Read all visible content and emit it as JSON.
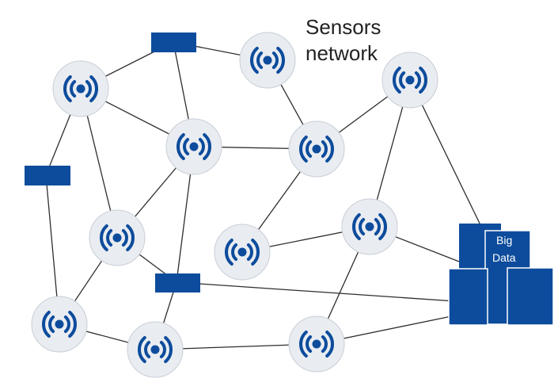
{
  "title": {
    "line1": "Sensors",
    "line2": "network"
  },
  "big_data": {
    "line1": "Big",
    "line2": "Data"
  },
  "icons": {
    "sensor": "wireless-sensor-icon",
    "gateway": "gateway-block-icon",
    "storage": "big-data-storage-icon"
  },
  "colors": {
    "accent": "#0d4c9c",
    "node_background": "#e9ecf1",
    "node_border": "#c9ced6",
    "edge": "#2e2e2e",
    "text": "#222222"
  },
  "nodes": {
    "sensors": [
      {
        "id": "s1"
      },
      {
        "id": "s2"
      },
      {
        "id": "s3"
      },
      {
        "id": "s4"
      },
      {
        "id": "s5"
      },
      {
        "id": "s6"
      },
      {
        "id": "s7"
      },
      {
        "id": "s8"
      },
      {
        "id": "s9"
      },
      {
        "id": "s10"
      },
      {
        "id": "s11"
      },
      {
        "id": "s12"
      }
    ],
    "gateways": [
      {
        "id": "g1"
      },
      {
        "id": "g2"
      },
      {
        "id": "g3"
      }
    ],
    "storage": {
      "id": "bigdata"
    }
  },
  "edges": [
    [
      "g1",
      "s1"
    ],
    [
      "g1",
      "s2"
    ],
    [
      "g1",
      "s3"
    ],
    [
      "s1",
      "s3"
    ],
    [
      "s1",
      "g2"
    ],
    [
      "s1",
      "s7"
    ],
    [
      "s2",
      "s5"
    ],
    [
      "s3",
      "s5"
    ],
    [
      "s3",
      "s7"
    ],
    [
      "s3",
      "g3"
    ],
    [
      "s5",
      "s4"
    ],
    [
      "s5",
      "s6"
    ],
    [
      "s4",
      "bigdata"
    ],
    [
      "s4",
      "s9"
    ],
    [
      "s6",
      "s8"
    ],
    [
      "s8",
      "s9"
    ],
    [
      "s8",
      "bigdata"
    ],
    [
      "s9",
      "s12"
    ],
    [
      "s7",
      "s10"
    ],
    [
      "s7",
      "g3"
    ],
    [
      "g2",
      "s10"
    ],
    [
      "s10",
      "s11"
    ],
    [
      "g3",
      "s11"
    ],
    [
      "g3",
      "bigdata"
    ],
    [
      "s11",
      "s12"
    ],
    [
      "s12",
      "bigdata"
    ]
  ]
}
